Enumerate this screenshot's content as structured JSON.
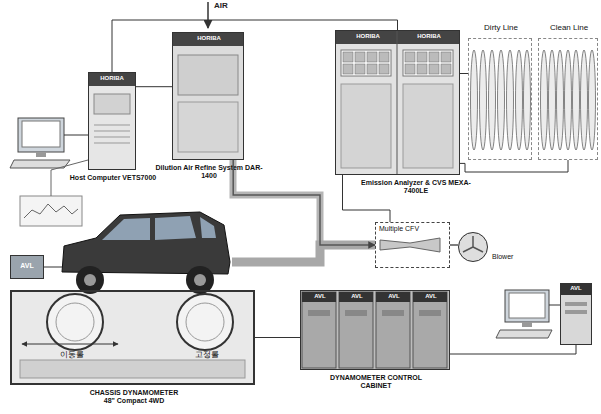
{
  "diagram": {
    "nodes": [
      {
        "text": [
          "HORIBA",
          "Host Computer VETS7000"
        ]
      },
      {
        "text": [
          "HORIBA",
          "Dilution Air Refine System DAR-1400"
        ]
      },
      {
        "text": [
          "HORIBA",
          "HORIBA",
          "Emission Analyzer & CVS MEXA-7400LE"
        ]
      },
      {
        "text": [
          "Dirty Line"
        ]
      },
      {
        "text": [
          "Clean Line"
        ]
      },
      {
        "text": [
          "Multiple CFV"
        ]
      },
      {
        "text": [
          "Blower"
        ]
      },
      {
        "text": [
          "이동롤",
          "고정롤",
          "CHASSIS DYNAMOMETER 48\" Compact 4WD"
        ]
      },
      {
        "text": [
          "AVL",
          "AVL",
          "AVL",
          "AVL",
          "DYNAMOMETER CONTROL CABINET"
        ]
      },
      {
        "text": [
          "AVL"
        ]
      },
      {
        "text": [
          "AVL"
        ]
      }
    ],
    "edges": [
      {
        "from": 0,
        "to": 1,
        "arrow": "none"
      },
      {
        "from": 0,
        "to": 2,
        "arrow": "none"
      },
      {
        "from": 2,
        "to": 3,
        "arrow": "none"
      },
      {
        "from": 2,
        "to": 4,
        "arrow": "none"
      },
      {
        "from": 1,
        "to": 5,
        "arrow": "to"
      },
      {
        "from": 2,
        "to": 5,
        "arrow": "none"
      },
      {
        "from": 5,
        "to": 6,
        "arrow": "none"
      },
      {
        "from": 7,
        "to": 8,
        "arrow": "none"
      },
      {
        "from": 8,
        "to": 9,
        "arrow": "none"
      }
    ],
    "labels": [
      "AIR"
    ]
  }
}
